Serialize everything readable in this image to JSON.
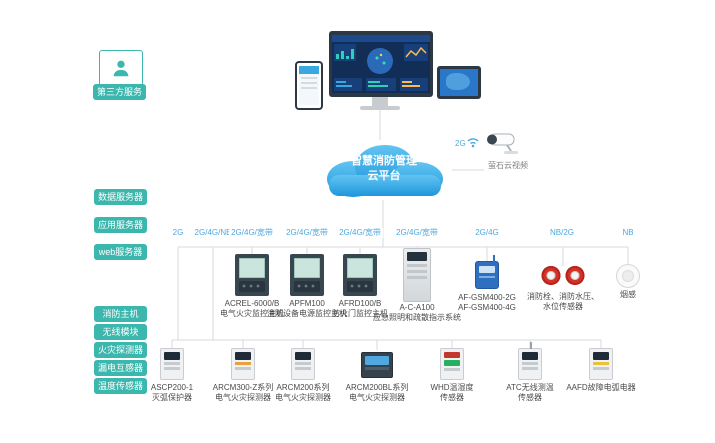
{
  "colors": {
    "accent_teal": "#3bb7ad",
    "network_blue": "#4da7e0",
    "cloud_blue": "#2f9fe0",
    "alarm_red": "#d63127"
  },
  "third_party": {
    "label": "第三方服务"
  },
  "cloud": {
    "line1": "智慧消防管理",
    "line2": "云平台"
  },
  "camera": {
    "network": "2G",
    "label": "萤石云视频"
  },
  "servers": [
    {
      "label": "数据服务器"
    },
    {
      "label": "应用服务器"
    },
    {
      "label": "web服务器"
    }
  ],
  "categories": [
    {
      "label": "消防主机"
    },
    {
      "label": "无线模块"
    },
    {
      "label": "火灾探测器"
    },
    {
      "label": "漏电互感器"
    },
    {
      "label": "温度传感器"
    }
  ],
  "connections": [
    {
      "label": "2G"
    },
    {
      "label": "2G/4G/NB"
    },
    {
      "label": "2G/4G/宽带"
    },
    {
      "label": "2G/4G/宽带"
    },
    {
      "label": "2G/4G/宽带"
    },
    {
      "label": "2G/4G/宽带"
    },
    {
      "label": "2G/4G"
    },
    {
      "label": "NB/2G"
    },
    {
      "label": "NB"
    }
  ],
  "middle_devices": [
    {
      "line1": "ACREL-6000/B",
      "line2": "电气火灾监控主机"
    },
    {
      "line1": "APFM100",
      "line2": "消防设备电源监控主机"
    },
    {
      "line1": "AFRD100/B",
      "line2": "防火门监控主机"
    },
    {
      "line1": "A-C-A100",
      "line2": "应急照明和疏散指示系统"
    },
    {
      "line1": "AF-GSM400-2G",
      "line2": "AF-GSM400-4G"
    },
    {
      "line1": "消防栓、消防水压、",
      "line2": "水位传感器"
    },
    {
      "line1": "烟感",
      "line2": ""
    }
  ],
  "bottom_devices": [
    {
      "line1": "ASCP200-1",
      "line2": "灭弧保护器"
    },
    {
      "line1": "ARCM300-Z系列",
      "line2": "电气火灾探测器"
    },
    {
      "line1": "ARCM200系列",
      "line2": "电气火灾探测器"
    },
    {
      "line1": "ARCM200BL系列",
      "line2": "电气火灾探测器"
    },
    {
      "line1": "WHD温湿度",
      "line2": "传感器"
    },
    {
      "line1": "ATC无线测温",
      "line2": "传感器"
    },
    {
      "line1": "AAFD故障电弧电器",
      "line2": ""
    }
  ]
}
